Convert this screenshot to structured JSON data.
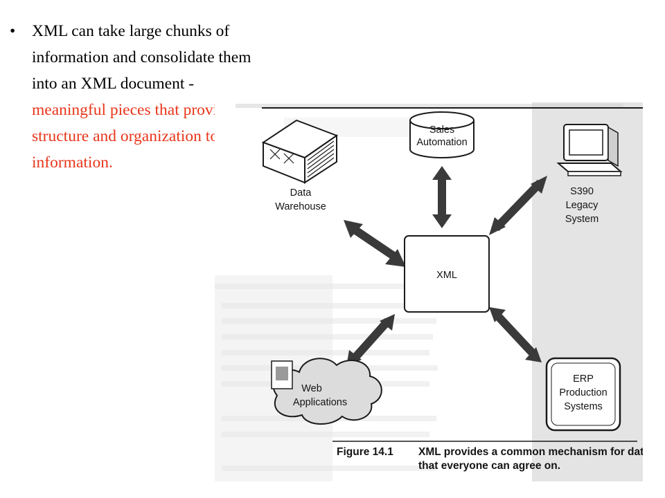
{
  "slide": {
    "bullet_symbol": "•",
    "text_black": "XML can take large chunks of information and consolidate them into an XML document -",
    "text_red": "meaningful pieces that provide structure and organization to the information.",
    "accent_color": "#e8351a"
  },
  "figure": {
    "center": "XML",
    "nodes": {
      "sales": [
        "Sales",
        "Automation"
      ],
      "warehouse": [
        "Data",
        "Warehouse"
      ],
      "legacy": [
        "S390",
        "Legacy",
        "System"
      ],
      "erp": [
        "ERP",
        "Production",
        "Systems"
      ],
      "web": [
        "Web",
        "Applications"
      ]
    },
    "caption_label": "Figure 14.1",
    "caption_text": [
      "XML provides a common mechanism for data interchange",
      "that everyone can agree on."
    ]
  }
}
